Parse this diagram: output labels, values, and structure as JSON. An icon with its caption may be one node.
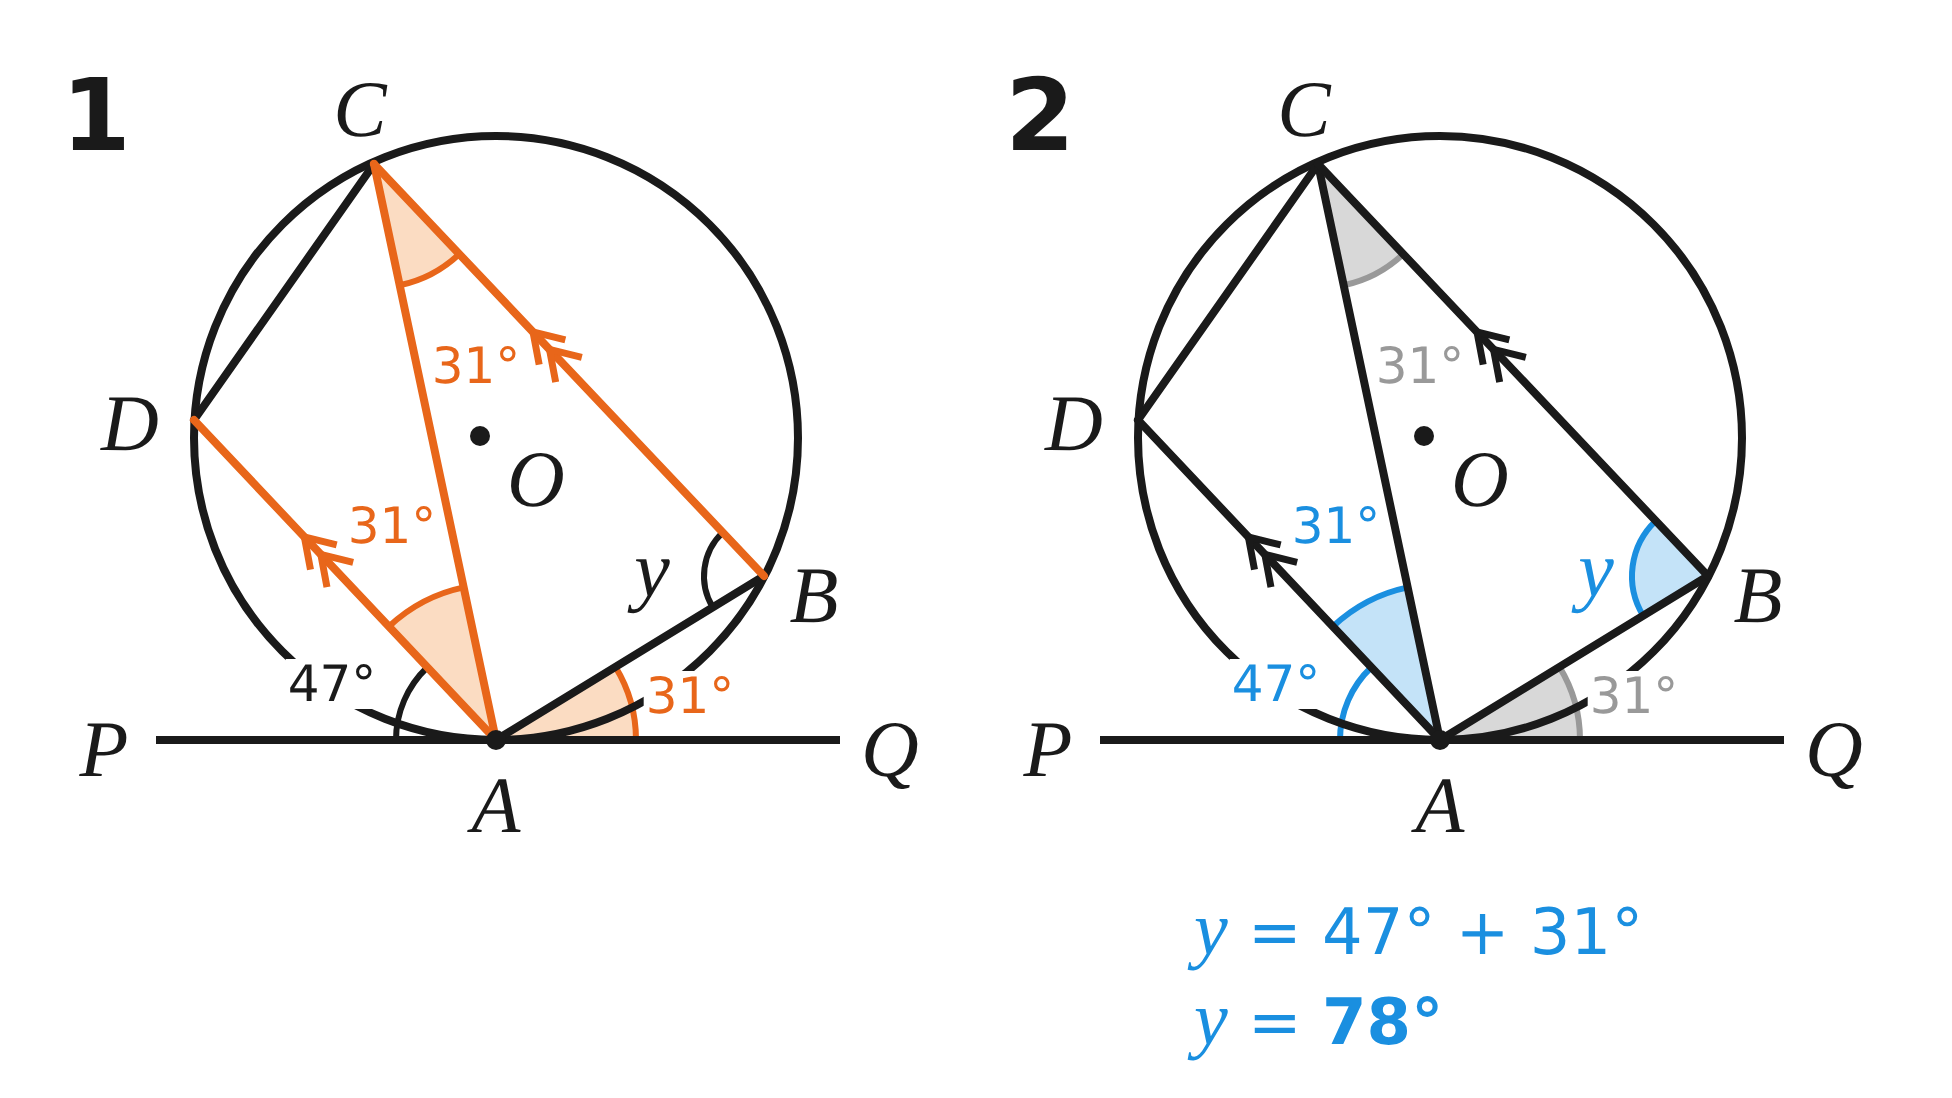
{
  "diagram": {
    "labels": [
      "1",
      "C",
      "D",
      "O",
      "B",
      "P",
      "A",
      "Q",
      "47°",
      "31°",
      "31°",
      "31°",
      "y",
      "2",
      "C",
      "D",
      "O",
      "B",
      "P",
      "A",
      "Q",
      "47°",
      "31°",
      "31°",
      "31°",
      "y",
      "*y* = 47° + 31°",
      "*y* = **78°**"
    ]
  }
}
